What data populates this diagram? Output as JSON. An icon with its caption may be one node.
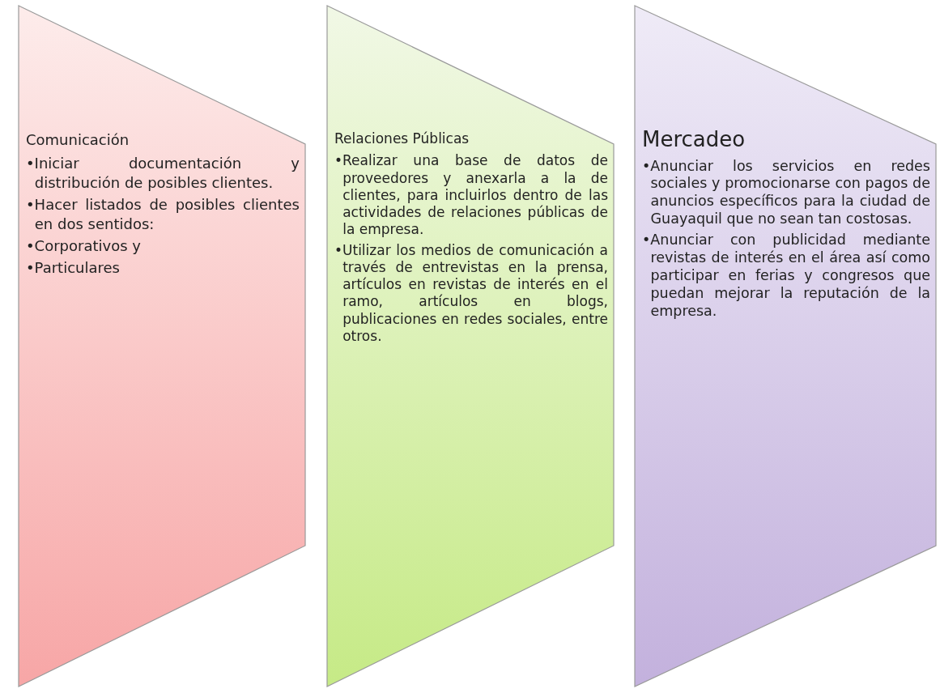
{
  "diagram": {
    "nodes": [
      {
        "text": [
          "Comunicación",
          "•Iniciar documentación y distribución de posibles clientes.",
          "•Hacer listados de posibles clientes en dos sentidos:",
          "•Corporativos y",
          "•Particulares"
        ]
      },
      {
        "text": [
          "Relaciones Públicas",
          "•Realizar una base de datos de proveedores y anexarla a la de clientes, para incluirlos dentro de las actividades de relaciones públicas de la empresa.",
          "•Utilizar los medios de comunicación a través de entrevistas en la prensa, artículos en revistas de interés en el ramo, artículos en blogs, publicaciones en redes sociales, entre otros."
        ]
      },
      {
        "text": [
          "Mercadeo",
          "•Anunciar los servicios en redes sociales y promocionarse con pagos de anuncios específicos para la ciudad de Guayaquil que no sean tan costosas.",
          "•Anunciar con publicidad mediante revistas de interés en el área así como participar en ferias y congresos que puedan mejorar la reputación de la empresa."
        ]
      }
    ]
  }
}
